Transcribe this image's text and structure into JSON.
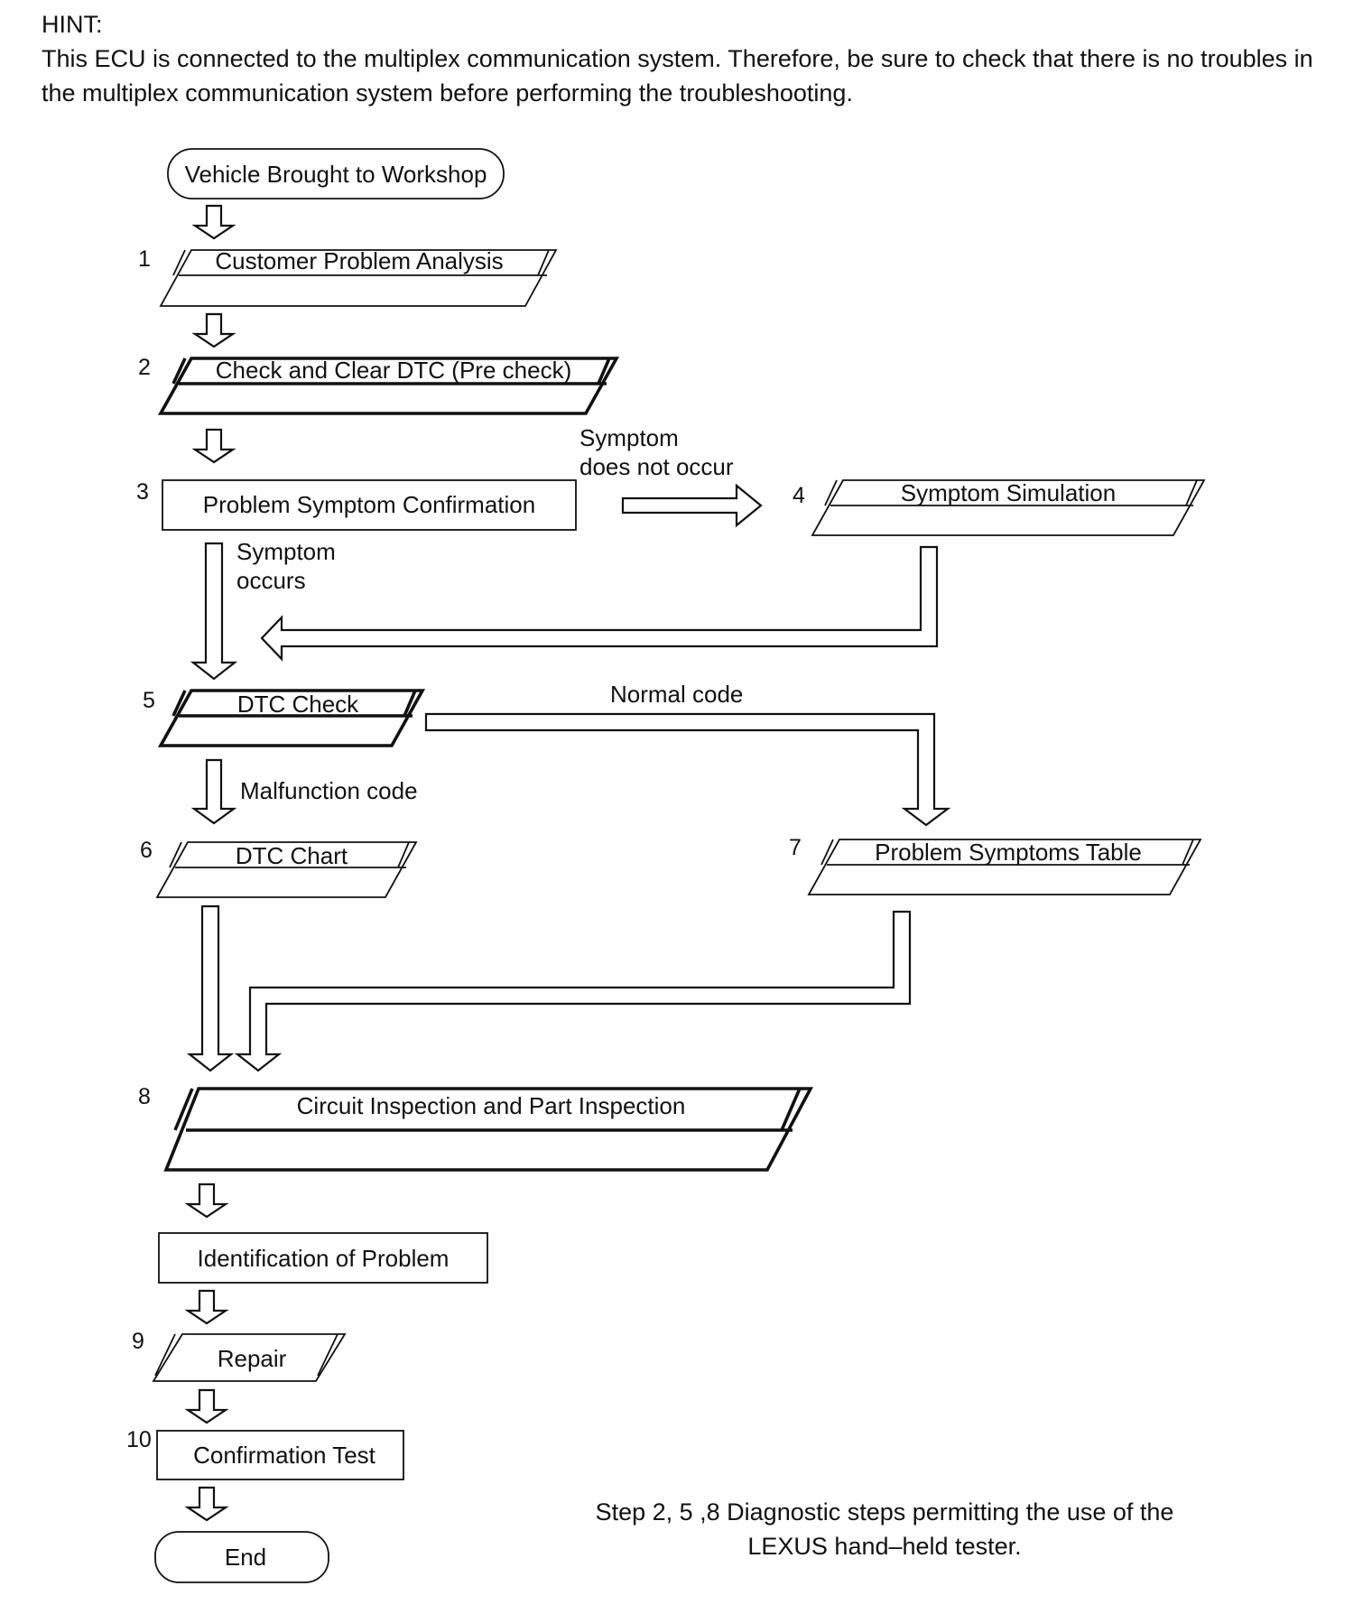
{
  "hint": {
    "title": "HINT:",
    "text": "This ECU is connected to the multiplex communication system. Therefore, be sure to check that there is no troubles in the multiplex communication system before performing the troubleshooting."
  },
  "steps": {
    "start": "Vehicle Brought to Workshop",
    "s1_num": "1",
    "s1": "Customer Problem Analysis",
    "s2_num": "2",
    "s2": "Check and Clear DTC (Pre check)",
    "s3_num": "3",
    "s3": "Problem Symptom Confirmation",
    "s4_num": "4",
    "s4": "Symptom Simulation",
    "s5_num": "5",
    "s5": "DTC Check",
    "s6_num": "6",
    "s6": "DTC Chart",
    "s7_num": "7",
    "s7": "Problem Symptoms Table",
    "s8_num": "8",
    "s8": "Circuit Inspection and Part Inspection",
    "ident": "Identification of Problem",
    "s9_num": "9",
    "s9": "Repair",
    "s10_num": "10",
    "s10": "Confirmation Test",
    "end": "End"
  },
  "labels": {
    "not_occur_1": "Symptom",
    "not_occur_2": "does not occur",
    "occurs_1": "Symptom",
    "occurs_2": "occurs",
    "normal_code": "Normal code",
    "malfunction_code": "Malfunction code"
  },
  "note": {
    "line1": "Step 2, 5 ,8 Diagnostic steps permitting the use of the",
    "line2": "LEXUS hand–held tester."
  }
}
